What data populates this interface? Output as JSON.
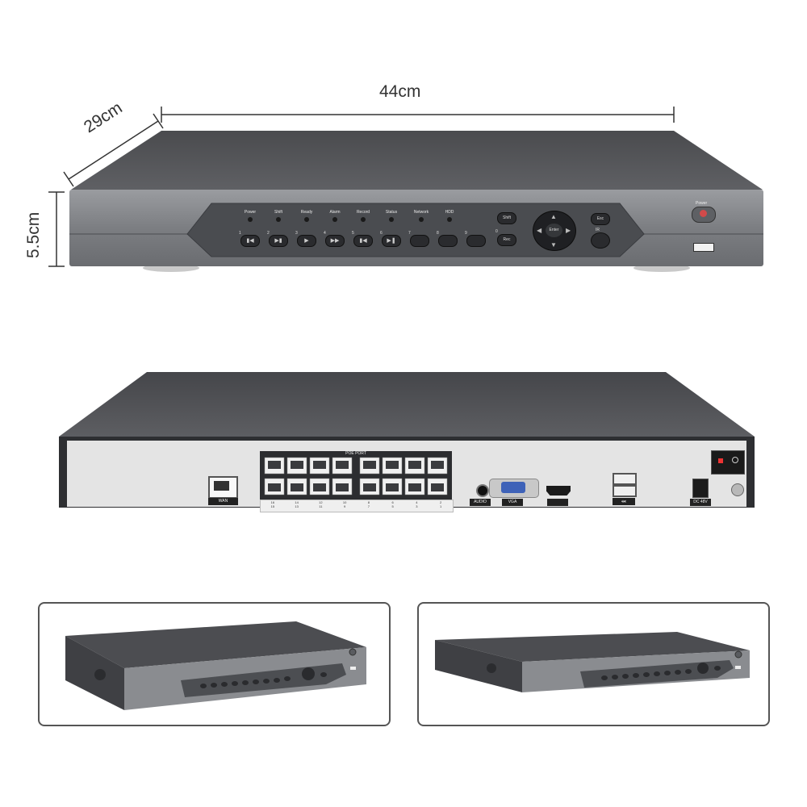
{
  "dimensions": {
    "width": "44cm",
    "depth": "29cm",
    "height": "5.5cm"
  },
  "front_panel": {
    "indicators": [
      "Power",
      "Shift",
      "Ready",
      "Alarm",
      "Record",
      "Status",
      "Network",
      "HDD"
    ],
    "button_numbers": [
      "1",
      "2",
      "3",
      "4",
      "5",
      "6",
      "7",
      "8",
      "9",
      "0"
    ],
    "shift_label": "Shift",
    "rec_label": "Rec",
    "esc_label": "Esc",
    "enter_label": "Enter",
    "ir_label": "IR",
    "power_label": "Power"
  },
  "rear_panel": {
    "poe_label": "POE PORT",
    "wan_label": "WAN",
    "audio_label": "AUDIO",
    "vga_label": "VGA",
    "dc_label": "DC 48V",
    "port_numbers_top": [
      "16",
      "14",
      "12",
      "10",
      "8",
      "6",
      "4",
      "2"
    ],
    "port_numbers_bottom": [
      "15",
      "13",
      "11",
      "9",
      "7",
      "5",
      "3",
      "1"
    ]
  }
}
